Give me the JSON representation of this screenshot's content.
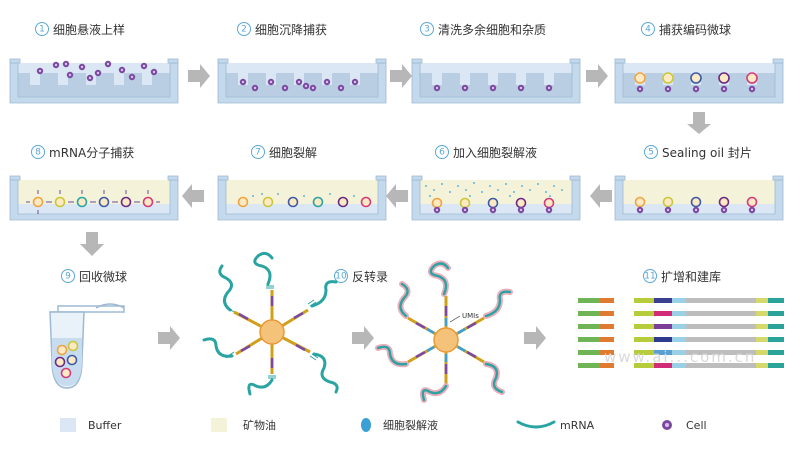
{
  "steps": [
    {
      "num": "1",
      "label": "细胞悬液上样"
    },
    {
      "num": "2",
      "label": "细胞沉降捕获"
    },
    {
      "num": "3",
      "label": "清洗多余细胞和杂质"
    },
    {
      "num": "4",
      "label": "捕获编码微球"
    },
    {
      "num": "5",
      "label": "Sealing oil 封片"
    },
    {
      "num": "6",
      "label": "加入细胞裂解液"
    },
    {
      "num": "7",
      "label": "细胞裂解"
    },
    {
      "num": "8",
      "label": "mRNA分子捕获"
    },
    {
      "num": "9",
      "label": "回收微球"
    },
    {
      "num": "10",
      "label": "反转录"
    },
    {
      "num": "11",
      "label": "扩增和建库"
    }
  ],
  "umi_label": "UMIs",
  "legend": [
    {
      "name": "buffer",
      "label": "Buffer",
      "color": "#dbe7f5"
    },
    {
      "name": "mineral-oil",
      "label": "矿物油",
      "color": "#f4f2d8"
    },
    {
      "name": "lysis-buffer",
      "label": "细胞裂解液",
      "color": "#3aa0d6"
    },
    {
      "name": "mrna",
      "label": "mRNA",
      "color": "#2aa3a3"
    },
    {
      "name": "cell",
      "label": "Cell",
      "color": "#7b4aa0"
    }
  ],
  "watermark": "www.ai...com.cn",
  "colors": {
    "arrow": "#b7b7b7",
    "step_number": "#5aa9d6",
    "bead_center": "#f5c27a",
    "mrna": "#2aa3a3",
    "cell": "#7b4aa0"
  }
}
